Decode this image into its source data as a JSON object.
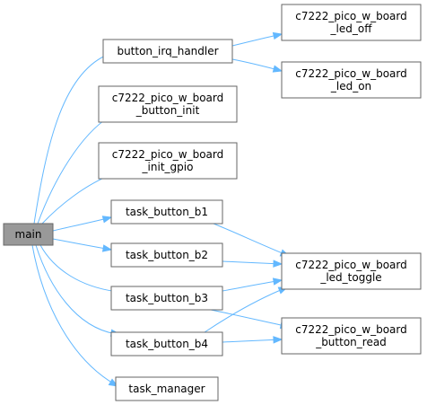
{
  "colors": {
    "edge": "#63b8ff",
    "node_border": "#666666",
    "node_fill": "#ffffff",
    "root_fill": "#999999",
    "text": "#000000"
  },
  "nodes": {
    "main": {
      "lines": [
        "main"
      ],
      "is_root": true
    },
    "button_irq_handler": {
      "lines": [
        "button_irq_handler"
      ]
    },
    "board_button_init": {
      "lines": [
        "c7222_pico_w_board",
        "_button_init"
      ]
    },
    "board_init_gpio": {
      "lines": [
        "c7222_pico_w_board",
        "_init_gpio"
      ]
    },
    "task_button_b1": {
      "lines": [
        "task_button_b1"
      ]
    },
    "task_button_b2": {
      "lines": [
        "task_button_b2"
      ]
    },
    "task_button_b3": {
      "lines": [
        "task_button_b3"
      ]
    },
    "task_button_b4": {
      "lines": [
        "task_button_b4"
      ]
    },
    "task_manager": {
      "lines": [
        "task_manager"
      ]
    },
    "board_led_off": {
      "lines": [
        "c7222_pico_w_board",
        "_led_off"
      ]
    },
    "board_led_on": {
      "lines": [
        "c7222_pico_w_board",
        "_led_on"
      ]
    },
    "board_led_toggle": {
      "lines": [
        "c7222_pico_w_board",
        "_led_toggle"
      ]
    },
    "board_button_read": {
      "lines": [
        "c7222_pico_w_board",
        "_button_read"
      ]
    }
  },
  "edges": [
    {
      "from": "main",
      "to": "button_irq_handler"
    },
    {
      "from": "main",
      "to": "board_button_init"
    },
    {
      "from": "main",
      "to": "board_init_gpio"
    },
    {
      "from": "main",
      "to": "task_button_b1"
    },
    {
      "from": "main",
      "to": "task_button_b2"
    },
    {
      "from": "main",
      "to": "task_button_b3"
    },
    {
      "from": "main",
      "to": "task_button_b4"
    },
    {
      "from": "main",
      "to": "task_manager"
    },
    {
      "from": "button_irq_handler",
      "to": "board_led_off"
    },
    {
      "from": "button_irq_handler",
      "to": "board_led_on"
    },
    {
      "from": "task_button_b1",
      "to": "board_led_toggle"
    },
    {
      "from": "task_button_b2",
      "to": "board_led_toggle"
    },
    {
      "from": "task_button_b3",
      "to": "board_led_toggle"
    },
    {
      "from": "task_button_b3",
      "to": "board_button_read"
    },
    {
      "from": "task_button_b4",
      "to": "board_led_toggle"
    },
    {
      "from": "task_button_b4",
      "to": "board_button_read"
    }
  ]
}
